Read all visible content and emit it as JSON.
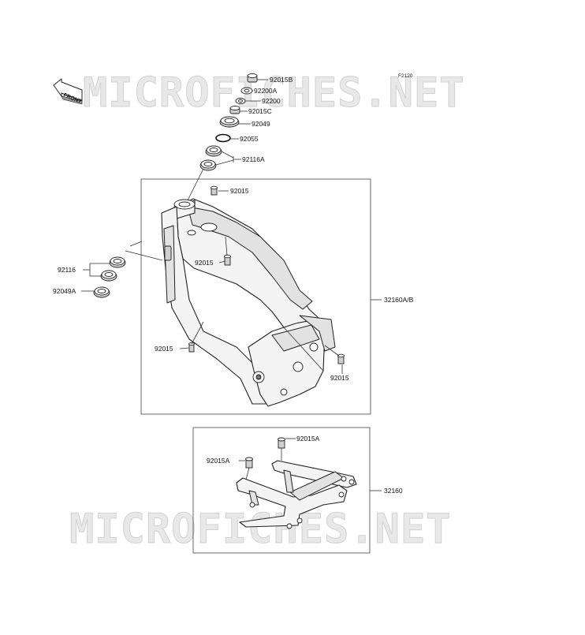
{
  "watermark": "MICROFICHES.NET",
  "diagram_code": "F2120",
  "front_label": "FRONT",
  "labels": {
    "p92015B": "92015B",
    "p92200A": "92200A",
    "p92200": "92200",
    "p92015C": "92015C",
    "p92049": "92049",
    "p92055": "92055",
    "p92116A": "92116A",
    "p92015_top": "92015",
    "p92015_mid": "92015",
    "p92116": "92116",
    "p92049A": "92049A",
    "p92015_left": "92015",
    "p92015_right": "92015",
    "p32160AB": "32160A/B",
    "p92015A_top": "92015A",
    "p92015A_left": "92015A",
    "p32160": "32160"
  }
}
